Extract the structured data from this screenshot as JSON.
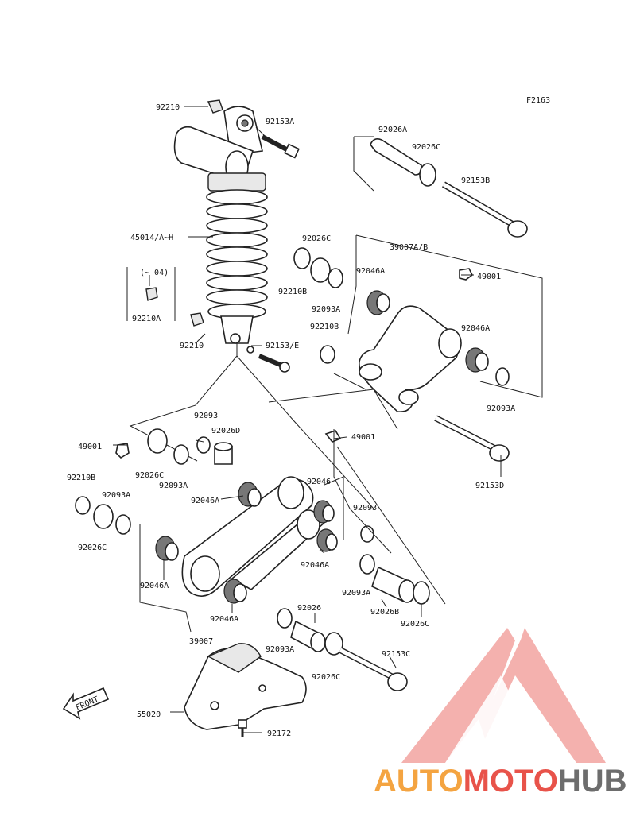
{
  "diagram_code": "F2163",
  "labels": {
    "l92210_top": "92210",
    "l92153A": "92153A",
    "l92026A": "92026A",
    "l92026C_top": "92026C",
    "l92153B": "92153B",
    "l45014": "45014/A~H",
    "l92026C_b": "92026C",
    "l39007AB": "39007A/B",
    "l04": "(~ 04)",
    "l92210B_a": "92210B",
    "l92046A_a": "92046A",
    "l49001_r": "49001",
    "l92093A_a": "92093A",
    "l92210A": "92210A",
    "l92210B_b": "92210B",
    "l92046A_b": "92046A",
    "l92210_mid": "92210",
    "l92153E": "92153/E",
    "l92093A_b": "92093A",
    "l92093_a": "92093",
    "l92026D": "92026D",
    "l49001_l": "49001",
    "l49001_m": "49001",
    "l92026C_c": "92026C",
    "l92093A_c": "92093A",
    "l92153D": "92153D",
    "l92210B_c": "92210B",
    "l92093A_d": "92093A",
    "l92046A_c": "92046A",
    "l92046": "92046",
    "l92093_b": "92093",
    "l92026C_d": "92026C",
    "l92046A_d": "92046A",
    "l92046A_e": "92046A",
    "l92093A_e": "92093A",
    "l92026B": "92026B",
    "l92046A_f": "92046A",
    "l92026": "92026",
    "l92026C_e": "92026C",
    "l39007": "39007",
    "l92093A_f": "92093A",
    "l92153C": "92153C",
    "l92026C_f": "92026C",
    "l55020": "55020",
    "l92172": "92172",
    "front": "FRONT"
  },
  "watermark": {
    "part1": "AUTO",
    "part2": "MOTO",
    "part3": "HUB",
    "colors": {
      "orange": "#f4a441",
      "red": "#e8534a",
      "gray": "#6d6d6d",
      "logo_pink": "#f2a3a0"
    }
  }
}
